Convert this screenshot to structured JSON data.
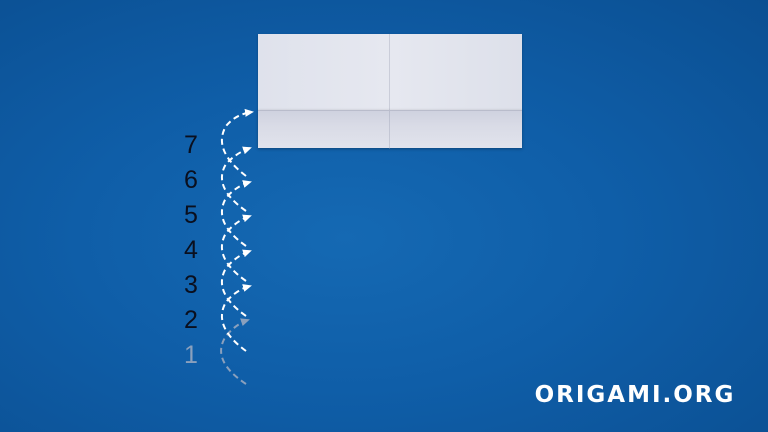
{
  "diagram": {
    "step_numbers": [
      "7",
      "6",
      "5",
      "4",
      "3",
      "2",
      "1"
    ],
    "colors": {
      "background": "#0f5ea8",
      "paper": "#e2e4ed",
      "arrow_active": "#ffffff",
      "arrow_faded": "#8aa0bd",
      "numbers": "#0a0f1e"
    }
  },
  "watermark": {
    "text": "ORIGAMI.ORG"
  }
}
